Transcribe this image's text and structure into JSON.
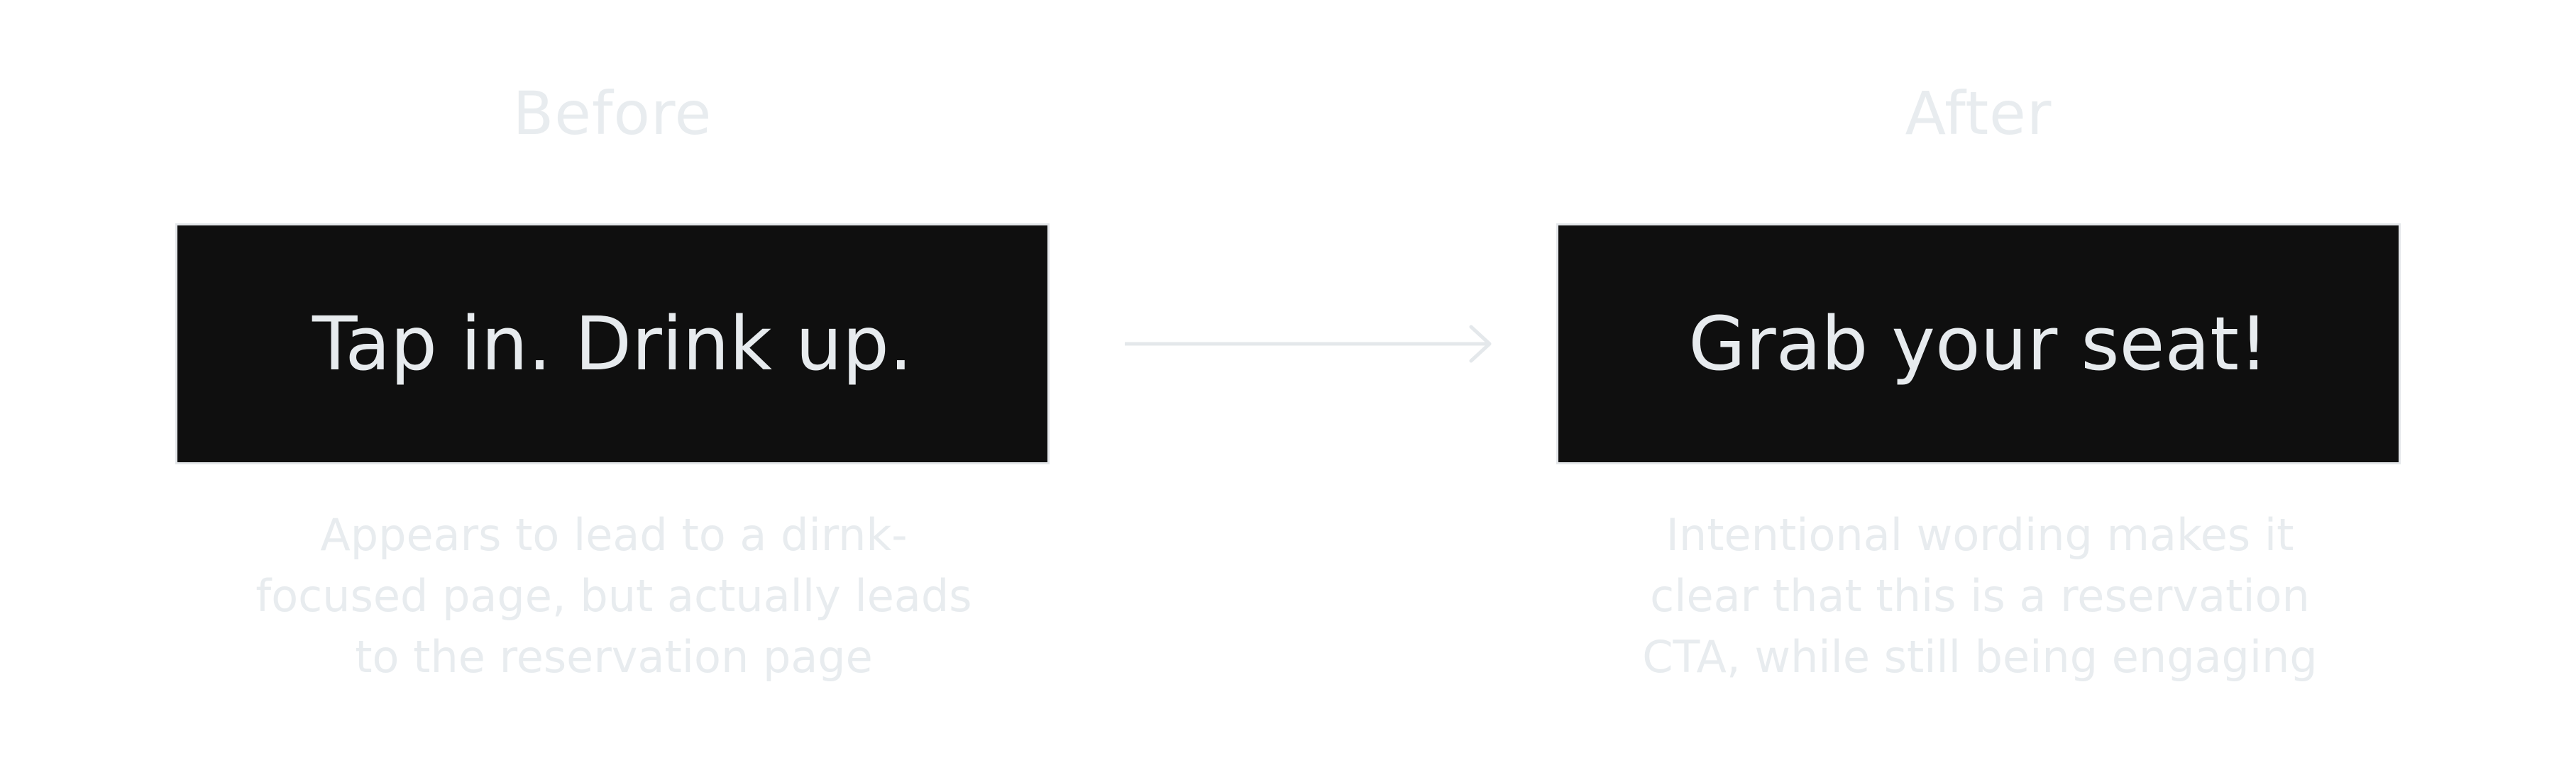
{
  "before": {
    "heading": "Before",
    "cta_label": "Tap in. Drink up.",
    "description": "Appears to lead to a dirnk-focused page, but actually leads to the reservation page"
  },
  "after": {
    "heading": "After",
    "cta_label": "Grab your seat!",
    "description": "Intentional wording makes it clear that this is a reservation CTA, while still being engaging"
  },
  "arrow": {
    "icon": "arrow-right-icon"
  },
  "colors": {
    "background": "#ffffff",
    "cta_background": "#0f0f0f",
    "cta_text": "#e7ebee",
    "muted_text": "#e8ecef",
    "arrow": "#e4e8eb"
  }
}
